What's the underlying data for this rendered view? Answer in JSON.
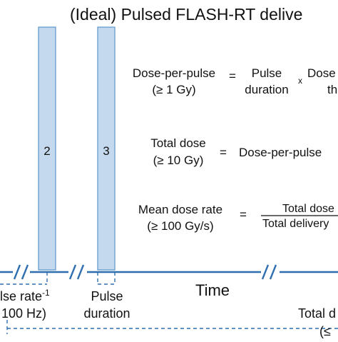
{
  "title": "(Ideal) Pulsed FLASH-RT delive",
  "pulses": [
    {
      "label": "2"
    },
    {
      "label": "3"
    }
  ],
  "axis": {
    "label": "Time",
    "pulse_rate_line1": "lse rate",
    "pulse_rate_sup": "-1",
    "pulse_rate_line2": "100 Hz)",
    "pulse_duration_line1": "Pulse",
    "pulse_duration_line2": "duration",
    "total_line1": "Total d",
    "total_line2": "(≤"
  },
  "equations": {
    "dose_per_pulse": {
      "lhs_line1": "Dose-per-pulse",
      "lhs_line2": "(≥ 1 Gy)",
      "eq": "=",
      "term1_line1": "Pulse",
      "term1_line2": "duration",
      "times": "x",
      "term2_line1": "Dose",
      "term2_line2": "th"
    },
    "total_dose": {
      "lhs_line1": "Total dose",
      "lhs_line2": "(≥ 10 Gy)",
      "eq": "=",
      "rhs": "Dose-per-pulse"
    },
    "mean_dose_rate": {
      "lhs_line1": "Mean dose rate",
      "lhs_line2": "(≥ 100 Gy/s)",
      "eq": "=",
      "numerator": "Total dose",
      "denominator": "Total delivery"
    }
  },
  "colors": {
    "pulse_fill": "#c5d9ee",
    "pulse_stroke": "#5b95c9",
    "axis": "#2f6fb0",
    "text": "#111111"
  }
}
